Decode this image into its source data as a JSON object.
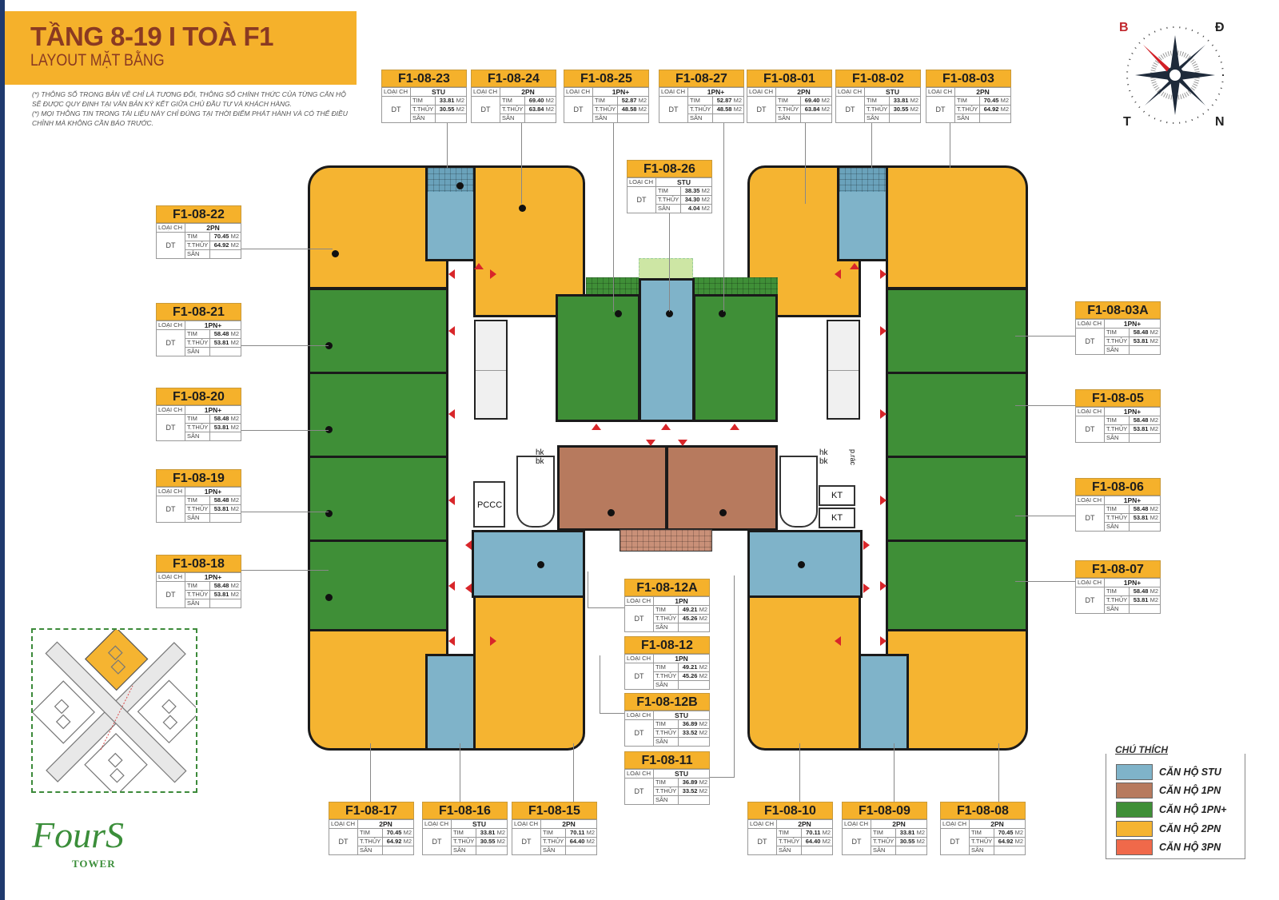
{
  "header": {
    "title": "TẦNG 8-19  I TOÀ F1",
    "subtitle": "LAYOUT MẶT BẰNG",
    "notes": [
      "(*) THÔNG SỐ TRONG BẢN VẼ CHỈ LÀ TƯƠNG ĐỐI, THÔNG SỐ CHÍNH THỨC CỦA TỪNG CĂN HỘ SẼ ĐƯỢC QUY ĐỊNH TẠI VĂN BẢN KÝ KẾT GIỮA CHỦ ĐẦU TƯ VÀ KHÁCH HÀNG.",
      "(*) MỌI THÔNG TIN TRONG TÀI LIỆU NÀY CHỈ ĐÚNG TẠI THỜI ĐIỂM PHÁT HÀNH VÀ CÓ THỂ ĐIỀU CHỈNH MÀ KHÔNG CẦN BÁO TRƯỚC."
    ]
  },
  "card_labels": {
    "type": "LOẠI CH",
    "area": "DT",
    "tim": "TIM",
    "thuy": "T.THỦY",
    "san": "SÂN",
    "unit": "M2"
  },
  "units": [
    {
      "code": "F1-08-23",
      "type": "STU",
      "tim": "33.81",
      "thuy": "30.55",
      "san": ""
    },
    {
      "code": "F1-08-24",
      "type": "2PN",
      "tim": "69.40",
      "thuy": "63.84",
      "san": ""
    },
    {
      "code": "F1-08-25",
      "type": "1PN+",
      "tim": "52.87",
      "thuy": "48.58",
      "san": ""
    },
    {
      "code": "F1-08-27",
      "type": "1PN+",
      "tim": "52.87",
      "thuy": "48.58",
      "san": ""
    },
    {
      "code": "F1-08-01",
      "type": "2PN",
      "tim": "69.40",
      "thuy": "63.84",
      "san": ""
    },
    {
      "code": "F1-08-02",
      "type": "STU",
      "tim": "33.81",
      "thuy": "30.55",
      "san": ""
    },
    {
      "code": "F1-08-03",
      "type": "2PN",
      "tim": "70.45",
      "thuy": "64.92",
      "san": ""
    },
    {
      "code": "F1-08-26",
      "type": "STU",
      "tim": "38.35",
      "thuy": "34.30",
      "san": "4.04"
    },
    {
      "code": "F1-08-22",
      "type": "2PN",
      "tim": "70.45",
      "thuy": "64.92",
      "san": ""
    },
    {
      "code": "F1-08-21",
      "type": "1PN+",
      "tim": "58.48",
      "thuy": "53.81",
      "san": ""
    },
    {
      "code": "F1-08-20",
      "type": "1PN+",
      "tim": "58.48",
      "thuy": "53.81",
      "san": ""
    },
    {
      "code": "F1-08-19",
      "type": "1PN+",
      "tim": "58.48",
      "thuy": "53.81",
      "san": ""
    },
    {
      "code": "F1-08-18",
      "type": "1PN+",
      "tim": "58.48",
      "thuy": "53.81",
      "san": ""
    },
    {
      "code": "F1-08-03A",
      "type": "1PN+",
      "tim": "58.48",
      "thuy": "53.81",
      "san": ""
    },
    {
      "code": "F1-08-05",
      "type": "1PN+",
      "tim": "58.48",
      "thuy": "53.81",
      "san": ""
    },
    {
      "code": "F1-08-06",
      "type": "1PN+",
      "tim": "58.48",
      "thuy": "53.81",
      "san": ""
    },
    {
      "code": "F1-08-07",
      "type": "1PN+",
      "tim": "58.48",
      "thuy": "53.81",
      "san": ""
    },
    {
      "code": "F1-08-12A",
      "type": "1PN",
      "tim": "49.21",
      "thuy": "45.26",
      "san": ""
    },
    {
      "code": "F1-08-12",
      "type": "1PN",
      "tim": "49.21",
      "thuy": "45.26",
      "san": ""
    },
    {
      "code": "F1-08-12B",
      "type": "STU",
      "tim": "36.89",
      "thuy": "33.52",
      "san": ""
    },
    {
      "code": "F1-08-11",
      "type": "STU",
      "tim": "36.89",
      "thuy": "33.52",
      "san": ""
    },
    {
      "code": "F1-08-17",
      "type": "2PN",
      "tim": "70.45",
      "thuy": "64.92",
      "san": ""
    },
    {
      "code": "F1-08-16",
      "type": "STU",
      "tim": "33.81",
      "thuy": "30.55",
      "san": ""
    },
    {
      "code": "F1-08-15",
      "type": "2PN",
      "tim": "70.11",
      "thuy": "64.40",
      "san": ""
    },
    {
      "code": "F1-08-10",
      "type": "2PN",
      "tim": "70.11",
      "thuy": "64.40",
      "san": ""
    },
    {
      "code": "F1-08-09",
      "type": "2PN",
      "tim": "33.81",
      "thuy": "30.55",
      "san": ""
    },
    {
      "code": "F1-08-08",
      "type": "2PN",
      "tim": "70.45",
      "thuy": "64.92",
      "san": ""
    }
  ],
  "plan_labels": {
    "pccc": "PCCC",
    "kt1": "KT",
    "kt2": "KT",
    "hkbk_left": "hk bk",
    "hkbk_right": "hk bk",
    "rac": "p.rác"
  },
  "compass": {
    "nw": "B",
    "ne": "Đ",
    "sw": "T",
    "se": "N"
  },
  "legend": {
    "title": "CHÚ THÍCH",
    "items": [
      {
        "label": "CĂN HỘ STU",
        "color": "#7fb3c9"
      },
      {
        "label": "CĂN HỘ 1PN",
        "color": "#b77a5e"
      },
      {
        "label": "CĂN HỘ 1PN+",
        "color": "#3f8f37"
      },
      {
        "label": "CĂN HỘ 2PN",
        "color": "#f5b431"
      },
      {
        "label": "CĂN HỘ 3PN",
        "color": "#f0694a"
      }
    ]
  },
  "logo": {
    "name": "FourS",
    "sub": "TOWER"
  }
}
